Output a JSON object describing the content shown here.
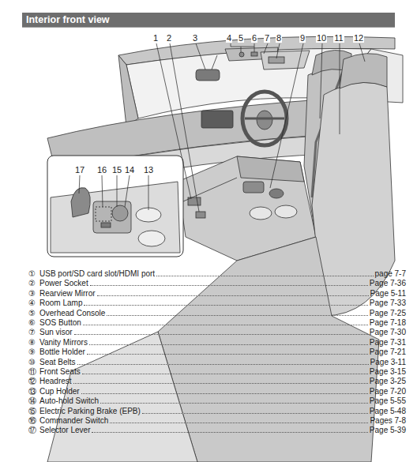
{
  "diagram": {
    "title": "Interior front view",
    "labels": [
      "1",
      "2",
      "3",
      "4",
      "5",
      "6",
      "7",
      "8",
      "9",
      "10",
      "11",
      "12",
      "17",
      "16",
      "15",
      "14",
      "13",
      "①",
      "USB port/SD card slot/HDMI port",
      "page 7-7",
      "②",
      "Power Socket",
      "Page 7-36",
      "③",
      "Rearview Mirror",
      "Page 5-11",
      "④",
      "Room Lamp",
      "Page 7-33",
      "⑤",
      "Overhead Console",
      "Page 7-25",
      "⑥",
      "SOS Button",
      "Page 7-18",
      "⑦",
      "Sun visor",
      "Page 7-30",
      "⑧",
      "Vanity Mirrors",
      "Page 7-31",
      "⑨",
      "Bottle Holder",
      "Page 7-21",
      "⑩",
      "Seat Belts",
      "Page 3-11",
      "⑪",
      "Front Seats",
      "Page 3-15",
      "⑫",
      "Headrest",
      "Page 3-25",
      "⑬",
      "Cup Holder",
      "Page 7-20",
      "⑭",
      "Auto-hold Switch",
      "Page 5-55",
      "⑮",
      "Electric Parking Brake (EPB)",
      "Page 5-48",
      "⑯",
      "Commander Switch",
      "Pages 7-8",
      "⑰",
      "Selector Lever",
      "Page 5-39"
    ]
  }
}
